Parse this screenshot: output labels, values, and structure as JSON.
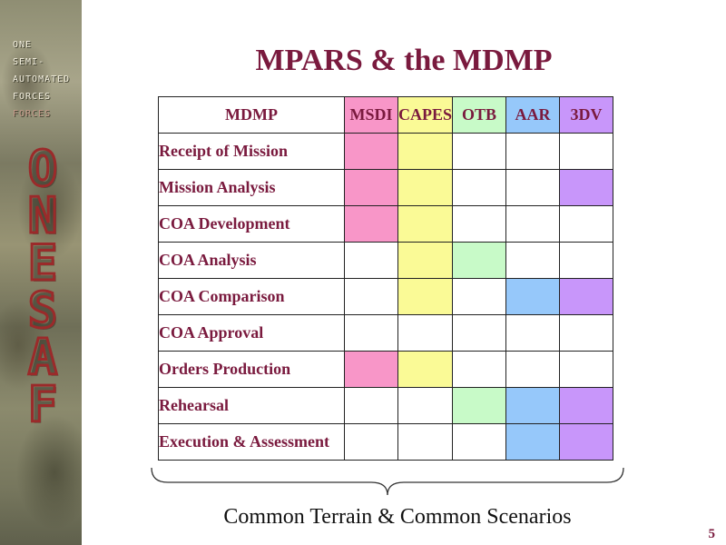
{
  "banner": {
    "tagline_lines": [
      "ONE",
      "SEMI-",
      "AUTOMATED",
      "FORCES"
    ],
    "tagline_faded": "FORCES",
    "logo_letters": [
      "O",
      "N",
      "E",
      "S",
      "A",
      "F"
    ]
  },
  "title": "MPARS & the MDMP",
  "table": {
    "header": "MDMP",
    "tools": [
      "MSDI",
      "CAPES",
      "OTB",
      "AAR",
      "3DV"
    ],
    "rows": [
      {
        "label": "Receipt of Mission",
        "cells": [
          true,
          true,
          false,
          false,
          false
        ]
      },
      {
        "label": "Mission Analysis",
        "cells": [
          true,
          true,
          false,
          false,
          true
        ]
      },
      {
        "label": "COA Development",
        "cells": [
          true,
          true,
          false,
          false,
          false
        ]
      },
      {
        "label": "COA Analysis",
        "cells": [
          false,
          true,
          true,
          false,
          false
        ]
      },
      {
        "label": "COA Comparison",
        "cells": [
          false,
          true,
          false,
          true,
          true
        ]
      },
      {
        "label": "COA Approval",
        "cells": [
          false,
          false,
          false,
          false,
          false
        ]
      },
      {
        "label": "Orders Production",
        "cells": [
          true,
          true,
          false,
          false,
          false
        ]
      },
      {
        "label": "Rehearsal",
        "cells": [
          false,
          false,
          true,
          true,
          true
        ]
      },
      {
        "label": "Execution & Assessment",
        "cells": [
          false,
          false,
          false,
          true,
          true
        ]
      }
    ],
    "colors": {
      "MSDI": "#f896c8",
      "CAPES": "#fafa96",
      "OTB": "#c8fac8",
      "AAR": "#96c8fa",
      "3DV": "#c896fa"
    }
  },
  "footer": "Common Terrain & Common Scenarios",
  "page_number": "5"
}
